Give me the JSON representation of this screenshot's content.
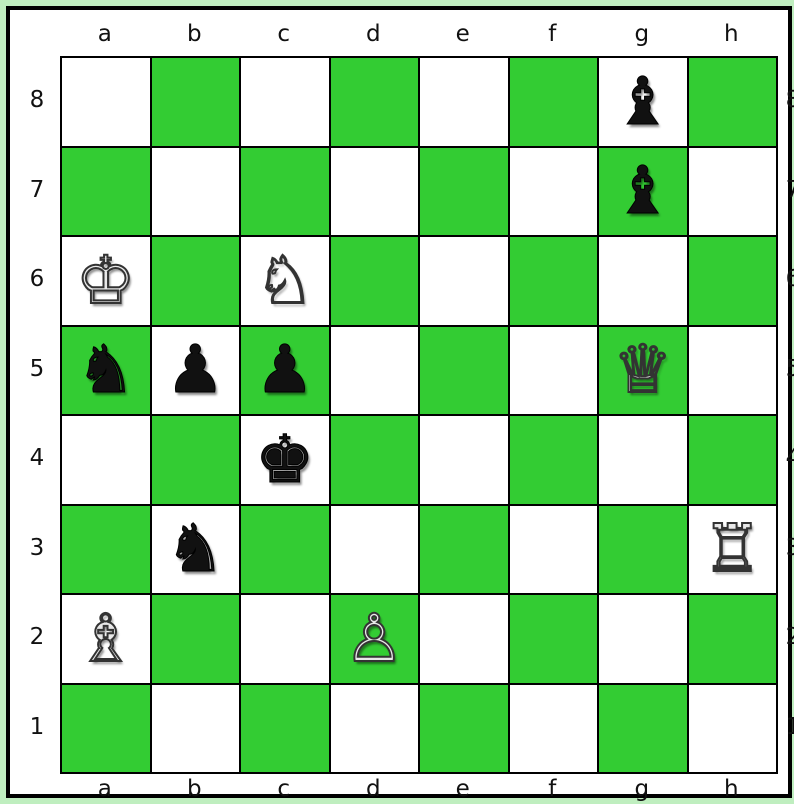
{
  "board": {
    "files": [
      "a",
      "b",
      "c",
      "d",
      "e",
      "f",
      "g",
      "h"
    ],
    "ranks": [
      "8",
      "7",
      "6",
      "5",
      "4",
      "3",
      "2",
      "1"
    ],
    "light_color": "#ffffff",
    "dark_color": "#33cc33",
    "pieces": [
      {
        "square": "g8",
        "color": "black",
        "type": "bishop",
        "glyph": "♝"
      },
      {
        "square": "g7",
        "color": "black",
        "type": "bishop",
        "glyph": "♝"
      },
      {
        "square": "a6",
        "color": "white",
        "type": "king",
        "glyph": "♔"
      },
      {
        "square": "c6",
        "color": "white",
        "type": "knight",
        "glyph": "♘"
      },
      {
        "square": "a5",
        "color": "black",
        "type": "knight",
        "glyph": "♞"
      },
      {
        "square": "b5",
        "color": "black",
        "type": "pawn",
        "glyph": "♟"
      },
      {
        "square": "c5",
        "color": "black",
        "type": "pawn",
        "glyph": "♟"
      },
      {
        "square": "g5",
        "color": "white",
        "type": "queen",
        "glyph": "♕"
      },
      {
        "square": "c4",
        "color": "black",
        "type": "king",
        "glyph": "♚"
      },
      {
        "square": "b3",
        "color": "black",
        "type": "knight",
        "glyph": "♞"
      },
      {
        "square": "h3",
        "color": "white",
        "type": "rook",
        "glyph": "♖"
      },
      {
        "square": "a2",
        "color": "white",
        "type": "bishop",
        "glyph": "♗"
      },
      {
        "square": "d2",
        "color": "white",
        "type": "pawn",
        "glyph": "♙"
      }
    ]
  }
}
